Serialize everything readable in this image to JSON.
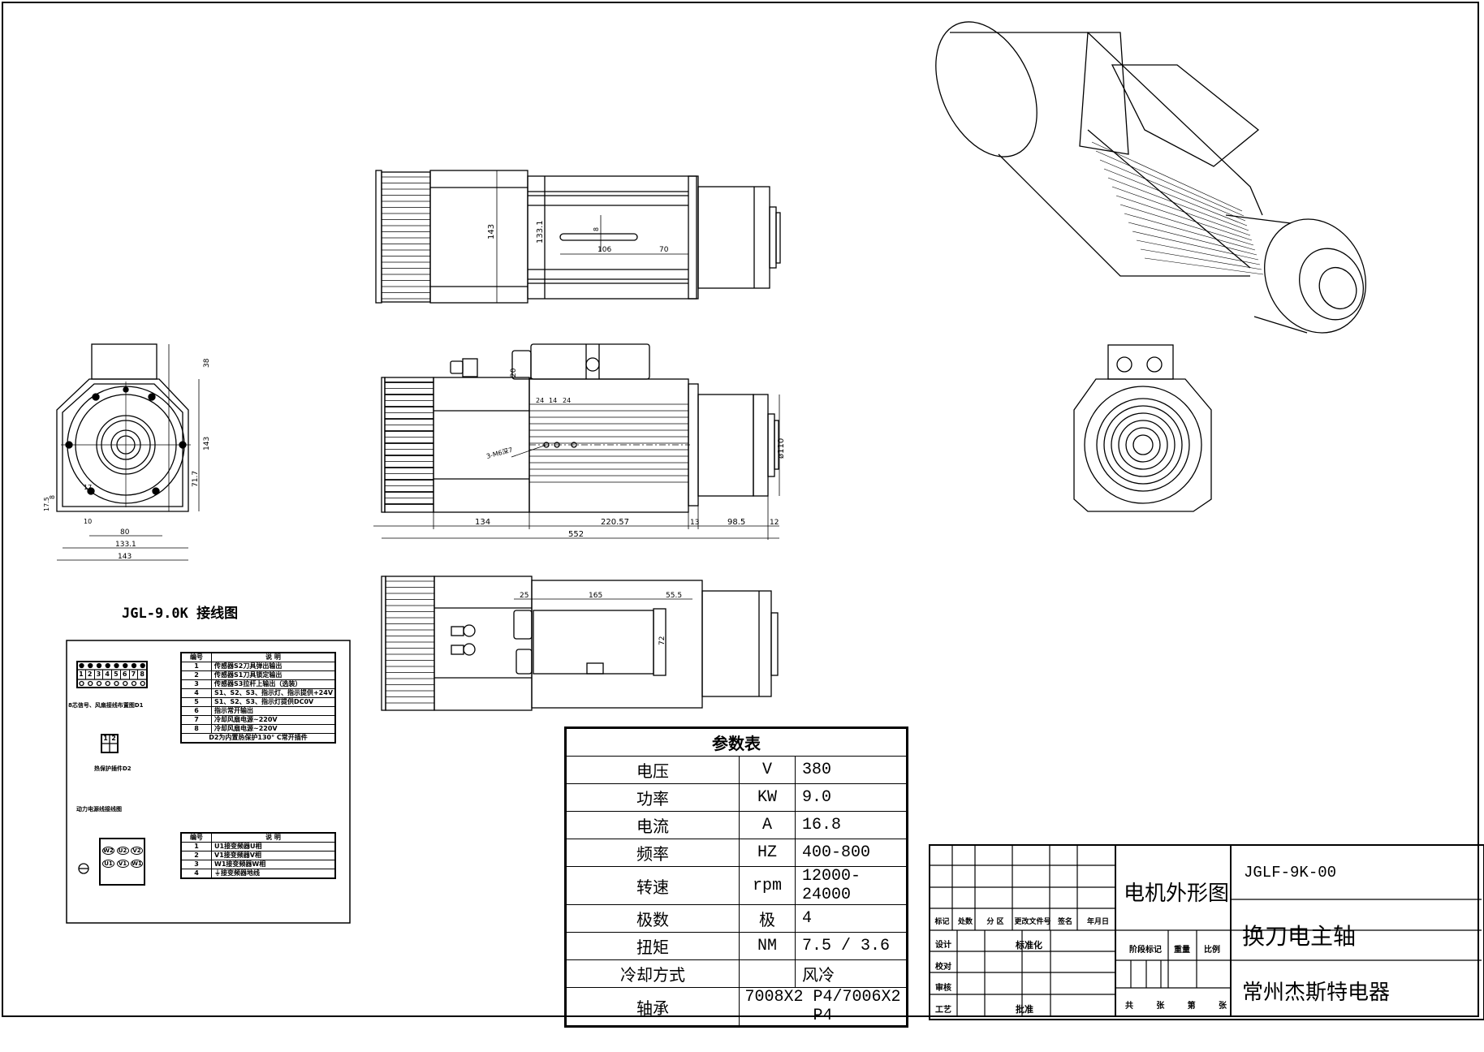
{
  "wiring": {
    "title": "JGL-9.0K 接线图",
    "d1_label": "8芯信号、风扇接线布置图D1",
    "d1_pins": [
      "1",
      "2",
      "3",
      "4",
      "5",
      "6",
      "7",
      "8"
    ],
    "d2_label": "热保护插件D2",
    "d2_pins": [
      "1",
      "2"
    ],
    "power_label": "动力电源线接线图",
    "terminals_top": [
      "W2",
      "U2",
      "V2"
    ],
    "terminals_bottom": [
      "U1",
      "V1",
      "W1"
    ],
    "signal_table": {
      "headers": [
        "编号",
        "说 明"
      ],
      "rows": [
        {
          "no": "1",
          "desc": "传感器S2刀具弹出输出"
        },
        {
          "no": "2",
          "desc": "传感器S1刀具锁定输出"
        },
        {
          "no": "3",
          "desc": "传感器S3拉杆上输出（选装）"
        },
        {
          "no": "4",
          "desc": "S1、S2、S3、指示灯、指示提供+24V"
        },
        {
          "no": "5",
          "desc": "S1、S2、S3、指示灯提供DC0V"
        },
        {
          "no": "6",
          "desc": "指示常开输出"
        },
        {
          "no": "7",
          "desc": "冷却风扇电源~220V"
        },
        {
          "no": "8",
          "desc": "冷却风扇电源~220V"
        }
      ],
      "footer": "D2为内置热保护130° C常开插件"
    },
    "power_table": {
      "headers": [
        "编号",
        "说 明"
      ],
      "rows": [
        {
          "no": "1",
          "desc": "U1接变频器U相"
        },
        {
          "no": "2",
          "desc": "V1接变频器V相"
        },
        {
          "no": "3",
          "desc": "W1接变频器W相"
        },
        {
          "no": "4",
          "desc": "⏚接变频器地线"
        }
      ]
    }
  },
  "params": {
    "title": "参数表",
    "rows": [
      {
        "name": "电压",
        "unit": "V",
        "value": "380"
      },
      {
        "name": "功率",
        "unit": "KW",
        "value": "9.0"
      },
      {
        "name": "电流",
        "unit": "A",
        "value": "16.8"
      },
      {
        "name": "频率",
        "unit": "HZ",
        "value": "400-800"
      },
      {
        "name": "转速",
        "unit": "rpm",
        "value": "12000-24000"
      },
      {
        "name": "极数",
        "unit": "极",
        "value": "4"
      },
      {
        "name": "扭矩",
        "unit": "NM",
        "value": "7.5  /  3.6"
      },
      {
        "name": "冷却方式",
        "unit": "",
        "value": "风冷"
      }
    ],
    "bearing": {
      "name": "轴承",
      "value": "7008X2 P4/7006X2 P4"
    }
  },
  "dimensions": {
    "top_view": {
      "height": "143",
      "inner": "133.1",
      "slot_len": "106",
      "slot_pos": "70",
      "slot_w": "8"
    },
    "side_view": {
      "fitting": "20",
      "holes": "3-M6深7",
      "h1": "24",
      "h2": "14",
      "h3": "24",
      "seg1": "134",
      "seg2": "220.57",
      "seg3": "13",
      "seg4": "98.5",
      "seg5": "12",
      "total": "552",
      "dia": "ø110"
    },
    "front_view": {
      "box": "38",
      "height": "143",
      "center": "71.7",
      "foot_h": "17.5",
      "foot_t": "8",
      "foot_w": "10",
      "slot": "17",
      "mount": "80",
      "inner": "133.1",
      "width": "143"
    },
    "bottom_view": {
      "d1": "25",
      "d2": "165",
      "d3": "55.5",
      "d4": "72"
    }
  },
  "title_block": {
    "drawing_name": "电机外形图",
    "drawing_no": "JGLF-9K-00",
    "product": "换刀电主轴",
    "company": "常州杰斯特电器",
    "rev_headers": [
      "标记",
      "处数",
      "分 区",
      "更改文件号",
      "签名",
      "年月日"
    ],
    "roles": [
      "设计",
      "校对",
      "审核",
      "工艺"
    ],
    "std_label": "标准化",
    "approve_label": "批准",
    "stage_label": "阶段标记",
    "weight_label": "重量",
    "scale_label": "比例",
    "sheets": [
      "共",
      "张",
      "第",
      "张"
    ]
  }
}
